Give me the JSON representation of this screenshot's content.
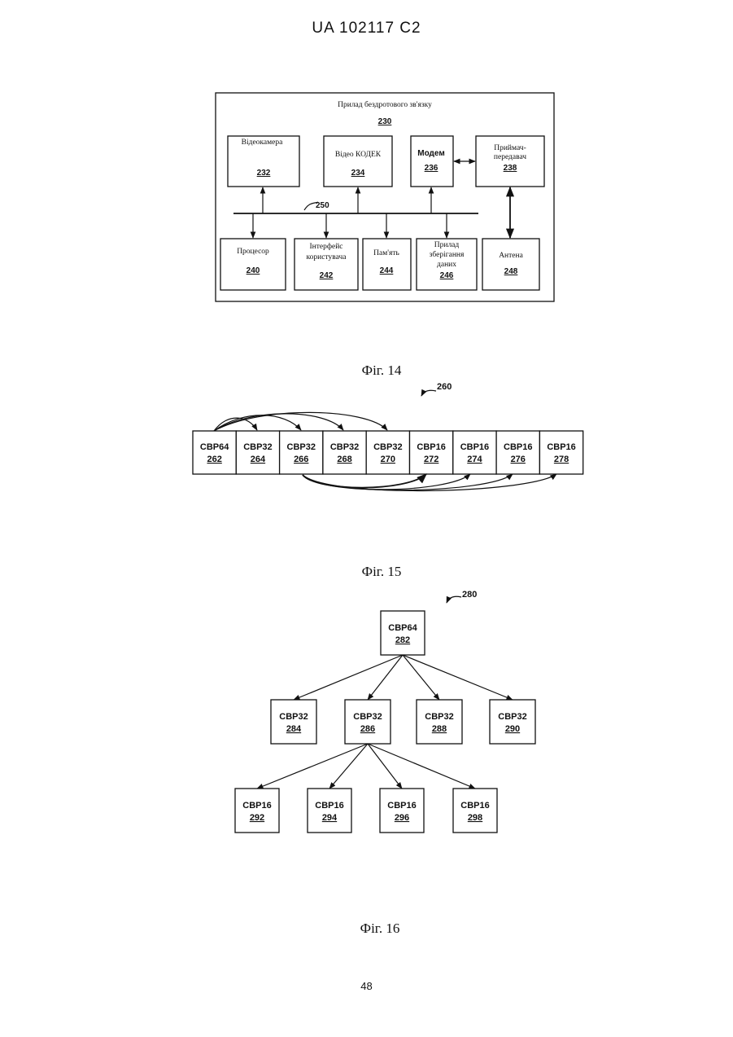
{
  "header": {
    "text": "UA   102117   C2"
  },
  "page_number": "48",
  "fig14": {
    "caption": "Фіг. 14",
    "container_title": "Прилад бездротового зв'язку",
    "container_ref": "230",
    "bus_ref": "250",
    "blocks": {
      "camera": {
        "lines": [
          "Відеокамера"
        ],
        "ref": "232"
      },
      "codec": {
        "lines": [
          "Відео КОДЕК"
        ],
        "ref": "234"
      },
      "modem": {
        "lines": [
          "Модем"
        ],
        "ref": "236"
      },
      "transceiver": {
        "lines": [
          "Приймач-",
          "передавач"
        ],
        "ref": "238"
      },
      "processor": {
        "lines": [
          "Процесор"
        ],
        "ref": "240"
      },
      "user_interface": {
        "lines": [
          "Інтерфейс",
          "користувача"
        ],
        "ref": "242"
      },
      "memory": {
        "lines": [
          "Пам'ять"
        ],
        "ref": "244"
      },
      "storage": {
        "lines": [
          "Прилад",
          "зберігання",
          "даних"
        ],
        "ref": "246"
      },
      "antenna": {
        "lines": [
          "Антена"
        ],
        "ref": "248"
      }
    }
  },
  "fig15": {
    "caption": "Фіг. 15",
    "ref": "260",
    "cells": [
      {
        "label": "CBP64",
        "ref": "262"
      },
      {
        "label": "CBP32",
        "ref": "264"
      },
      {
        "label": "CBP32",
        "ref": "266"
      },
      {
        "label": "CBP32",
        "ref": "268"
      },
      {
        "label": "CBP32",
        "ref": "270"
      },
      {
        "label": "CBP16",
        "ref": "272"
      },
      {
        "label": "CBP16",
        "ref": "274"
      },
      {
        "label": "CBP16",
        "ref": "276"
      },
      {
        "label": "CBP16",
        "ref": "278"
      }
    ]
  },
  "fig16": {
    "caption": "Фіг. 16",
    "ref": "280",
    "root": {
      "label": "CBP64",
      "ref": "282"
    },
    "level1": [
      {
        "label": "CBP32",
        "ref": "284"
      },
      {
        "label": "CBP32",
        "ref": "286"
      },
      {
        "label": "CBP32",
        "ref": "288"
      },
      {
        "label": "CBP32",
        "ref": "290"
      }
    ],
    "level2": [
      {
        "label": "CBP16",
        "ref": "292"
      },
      {
        "label": "CBP16",
        "ref": "294"
      },
      {
        "label": "CBP16",
        "ref": "296"
      },
      {
        "label": "CBP16",
        "ref": "298"
      }
    ]
  }
}
